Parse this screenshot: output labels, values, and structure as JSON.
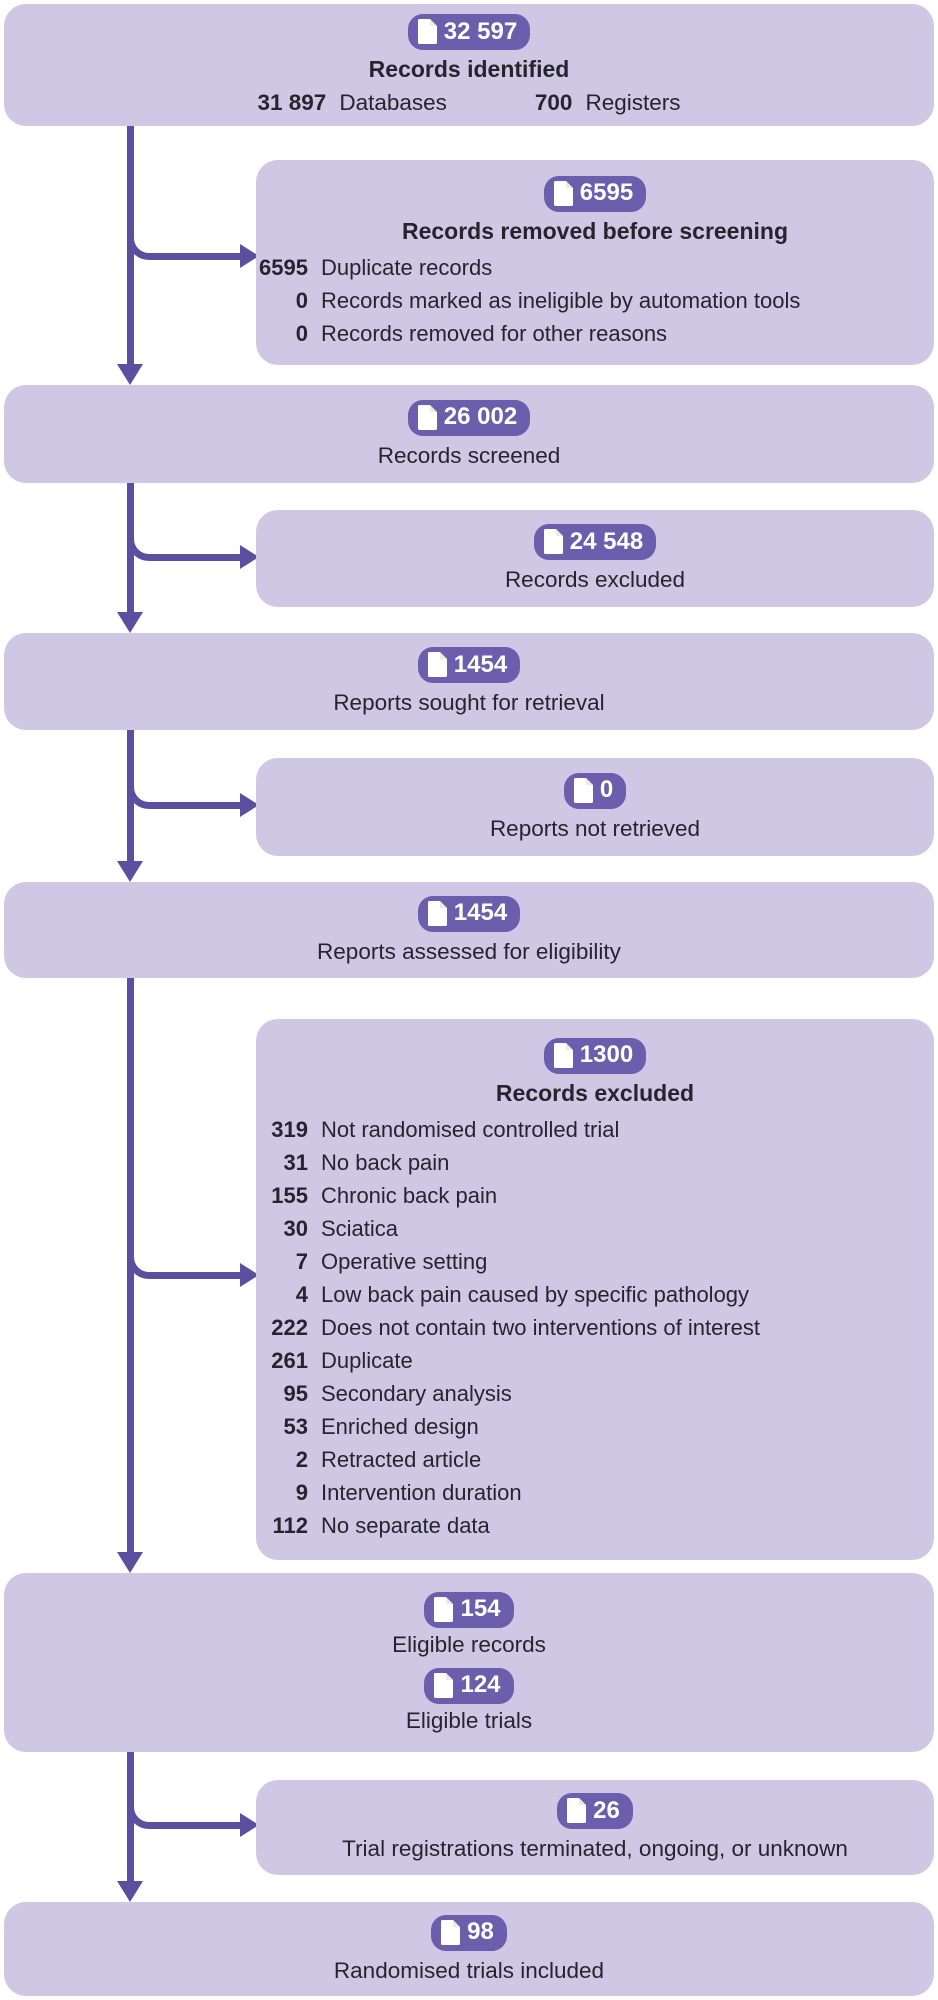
{
  "colors": {
    "box_fill": "#cec8e4",
    "badge_fill": "#6a5ead",
    "arrow": "#5b4fa0",
    "text": "#26252d"
  },
  "boxes": {
    "identified": {
      "badge": "32 597",
      "title": "Records identified",
      "stats": [
        {
          "value": "31 897",
          "label": "Databases"
        },
        {
          "value": "700",
          "label": "Registers"
        }
      ]
    },
    "removed": {
      "badge": "6595",
      "title": "Records removed before screening",
      "rows": [
        {
          "value": "6595",
          "label": "Duplicate records"
        },
        {
          "value": "0",
          "label": "Records marked as ineligible by automation tools"
        },
        {
          "value": "0",
          "label": "Records removed for other reasons"
        }
      ]
    },
    "screened": {
      "badge": "26 002",
      "label": "Records screened"
    },
    "excluded_screening": {
      "badge": "24 548",
      "label": "Records excluded"
    },
    "sought": {
      "badge": "1454",
      "label": "Reports sought for retrieval"
    },
    "not_retrieved": {
      "badge": "0",
      "label": "Reports not retrieved"
    },
    "assessed": {
      "badge": "1454",
      "label": "Reports assessed for eligibility"
    },
    "excluded_eligibility": {
      "badge": "1300",
      "title": "Records excluded",
      "rows": [
        {
          "value": "319",
          "label": "Not randomised controlled trial"
        },
        {
          "value": "31",
          "label": "No back pain"
        },
        {
          "value": "155",
          "label": "Chronic back pain"
        },
        {
          "value": "30",
          "label": "Sciatica"
        },
        {
          "value": "7",
          "label": "Operative setting"
        },
        {
          "value": "4",
          "label": "Low back pain caused by specific pathology"
        },
        {
          "value": "222",
          "label": "Does not contain two interventions of interest"
        },
        {
          "value": "261",
          "label": "Duplicate"
        },
        {
          "value": "95",
          "label": "Secondary analysis"
        },
        {
          "value": "53",
          "label": "Enriched design"
        },
        {
          "value": "2",
          "label": "Retracted article"
        },
        {
          "value": "9",
          "label": "Intervention duration"
        },
        {
          "value": "112",
          "label": "No separate data"
        }
      ]
    },
    "eligible": {
      "sections": [
        {
          "badge": "154",
          "label": "Eligible records"
        },
        {
          "badge": "124",
          "label": "Eligible trials"
        }
      ]
    },
    "registrations": {
      "badge": "26",
      "label": "Trial registrations terminated, ongoing, or unknown"
    },
    "included": {
      "badge": "98",
      "label": "Randomised trials included"
    }
  }
}
